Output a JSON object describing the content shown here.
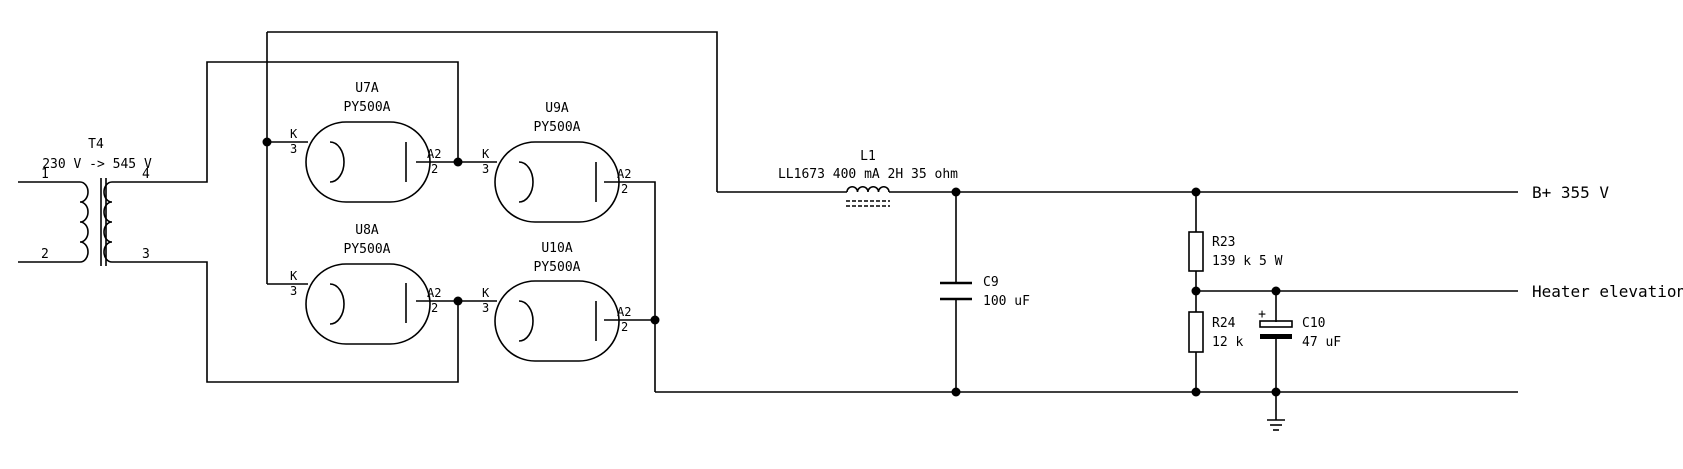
{
  "transformer": {
    "ref": "T4",
    "value": "230 V -> 545 V",
    "pins": {
      "p1": "1",
      "p2": "2",
      "p3": "3",
      "p4": "4"
    }
  },
  "tubes": [
    {
      "ref": "U7A",
      "value": "PY500A",
      "cathode_label": "K",
      "cathode_pin": "3",
      "anode_label": "A2",
      "anode_pin": "2"
    },
    {
      "ref": "U8A",
      "value": "PY500A",
      "cathode_label": "K",
      "cathode_pin": "3",
      "anode_label": "A2",
      "anode_pin": "2"
    },
    {
      "ref": "U9A",
      "value": "PY500A",
      "cathode_label": "K",
      "cathode_pin": "3",
      "anode_label": "A2",
      "anode_pin": "2"
    },
    {
      "ref": "U10A",
      "value": "PY500A",
      "cathode_label": "K",
      "cathode_pin": "3",
      "anode_label": "A2",
      "anode_pin": "2"
    }
  ],
  "inductor": {
    "ref": "L1",
    "value": "LL1673 400 mA 2H 35 ohm"
  },
  "capacitors": [
    {
      "ref": "C9",
      "value": "100 uF"
    },
    {
      "ref": "C10",
      "value": "47 uF",
      "polarity": "+"
    }
  ],
  "resistors": [
    {
      "ref": "R23",
      "value": "139 k 5 W"
    },
    {
      "ref": "R24",
      "value": "12 k"
    }
  ],
  "nets": {
    "b_plus": "B+ 355 V",
    "heater": "Heater elevation"
  },
  "icons": {
    "ground": "ground-symbol-icon"
  }
}
